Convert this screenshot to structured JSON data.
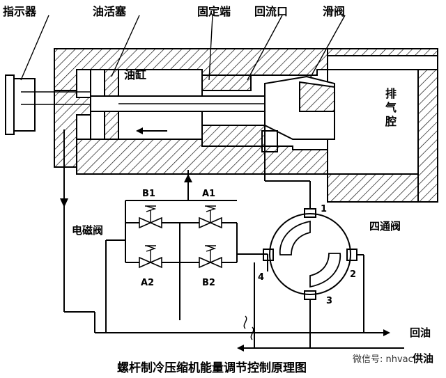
{
  "labels": {
    "indicator": "指示器",
    "piston": "油活塞",
    "fixed_end": "固定端",
    "return_port": "回流口",
    "slide_valve": "滑阀",
    "cylinder": "油缸",
    "exhaust_1": "排",
    "exhaust_2": "气",
    "exhaust_3": "腔",
    "solenoid": "电磁阀",
    "four_way": "四通阀",
    "return_oil": "回油",
    "supply_oil": "供油"
  },
  "valves": {
    "b1": "B1",
    "a1": "A1",
    "a2": "A2",
    "b2": "B2"
  },
  "ports": {
    "p1": "1",
    "p2": "2",
    "p3": "3",
    "p4": "4"
  },
  "caption": "螺杆制冷压缩机能量调节控制原理图",
  "watermark": "微信号: nhvac"
}
